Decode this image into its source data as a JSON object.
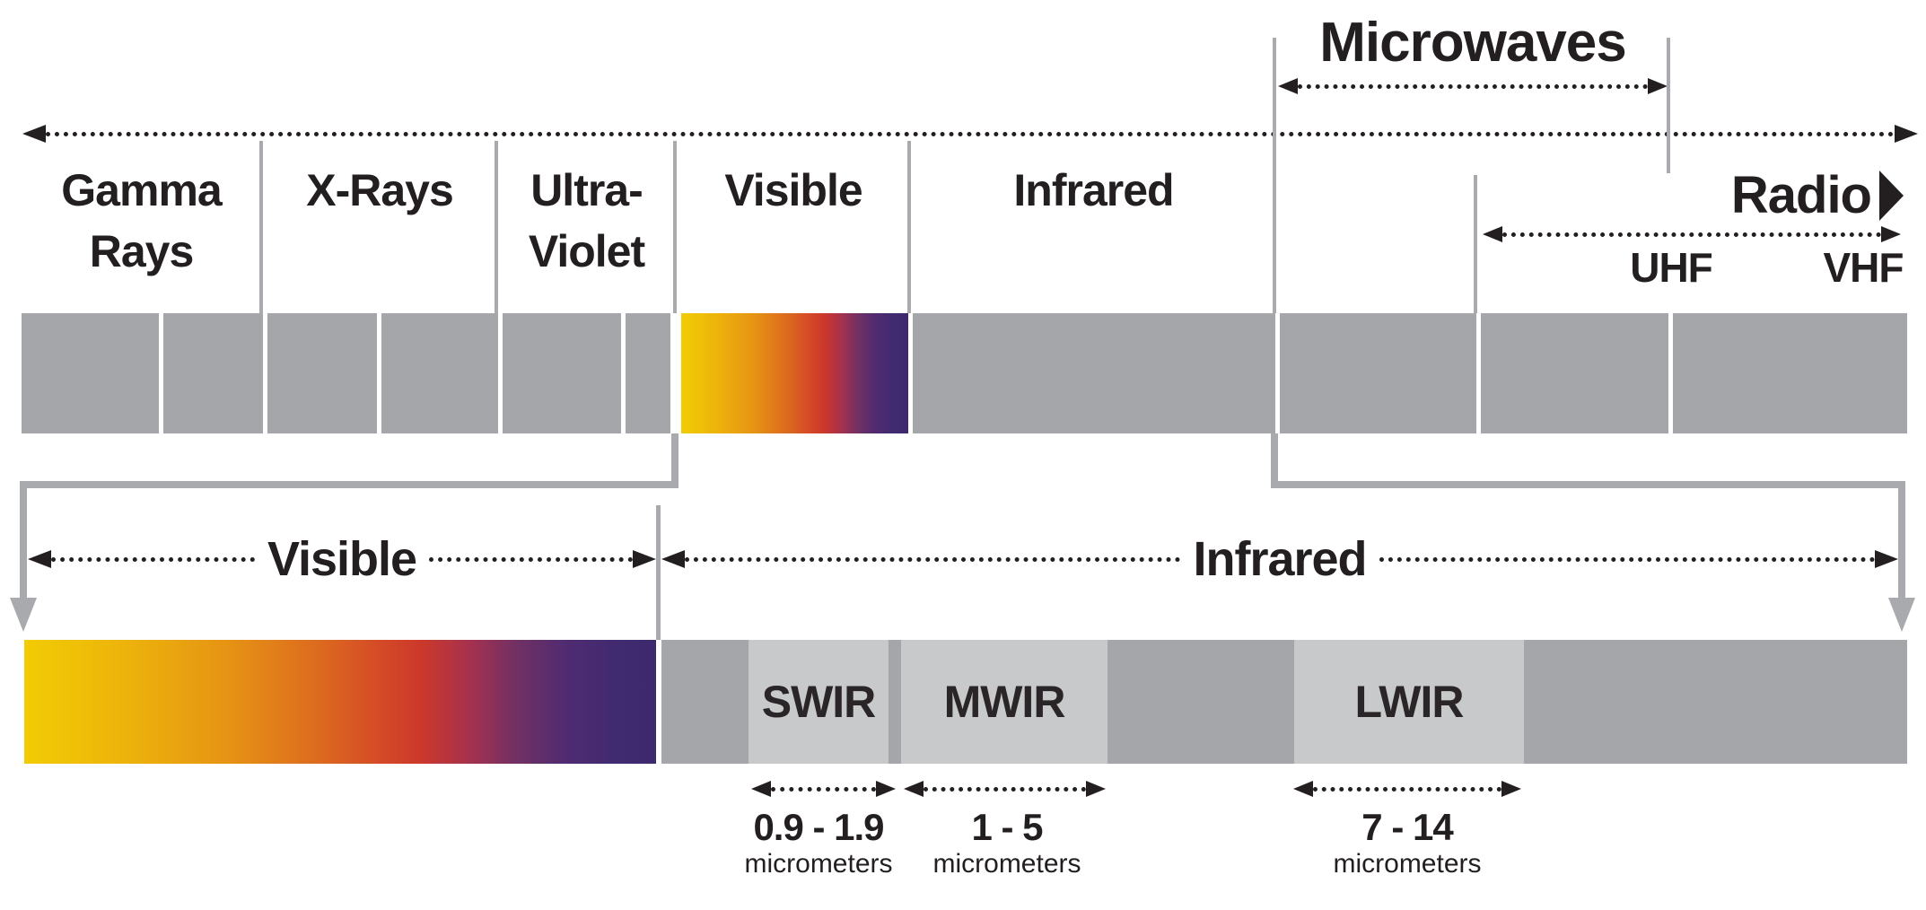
{
  "colors": {
    "ink": "#231F20",
    "bar_gray": "#A4A6A9",
    "light_gray": "#C8C9CB",
    "line_gray": "#A8AAAD",
    "bg": "#FFFFFF",
    "visible_gradient": [
      "#F2CC04",
      "#E69414",
      "#D54B26",
      "#CB382B",
      "#703064",
      "#3D296D"
    ]
  },
  "top": {
    "microwaves_label": "Microwaves",
    "radio_label": "Radio",
    "uhf_label": "UHF",
    "vhf_label": "VHF",
    "bands": {
      "gamma": {
        "line1": "Gamma",
        "line2": "Rays"
      },
      "xrays": {
        "label": "X-Rays"
      },
      "ultraviolet": {
        "line1": "Ultra-",
        "line2": "Violet"
      },
      "visible": {
        "label": "Visible"
      },
      "infrared": {
        "label": "Infrared"
      }
    }
  },
  "detail": {
    "visible_label": "Visible",
    "infrared_label": "Infrared",
    "swir": {
      "label": "SWIR",
      "range": "0.9 - 1.9",
      "unit": "micrometers"
    },
    "mwir": {
      "label": "MWIR",
      "range": "1 - 5",
      "unit": "micrometers"
    },
    "lwir": {
      "label": "LWIR",
      "range": "7 - 14",
      "unit": "micrometers"
    }
  }
}
